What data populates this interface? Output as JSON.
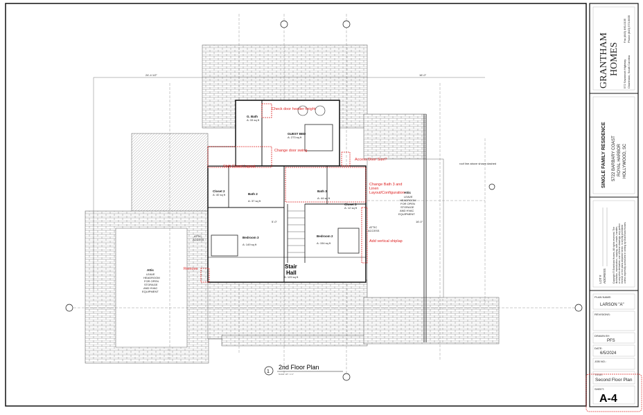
{
  "drawing": {
    "plan_title": "2nd Floor Plan",
    "plan_number": "1",
    "scale_note": "SCALE: 1/8\" = 1'-0\"",
    "roof_note": "roof line above shown dashed",
    "dimensions": {
      "overall_left": "24'-4 1/2\"",
      "overall_right": "16'-0\"",
      "attic_right": "16'-0\"",
      "hall": "5'-0\""
    },
    "rooms": [
      {
        "name": "G. Bath",
        "area": "A: 33 sq ft"
      },
      {
        "name": "GUEST BED",
        "area": "A: 273 sq ft"
      },
      {
        "name": "Closet 2",
        "area": "A: 40 sq ft"
      },
      {
        "name": "Bath 2",
        "area": "A: 37 sq ft"
      },
      {
        "name": "Bath 3",
        "area": "A: 44 sq ft"
      },
      {
        "name": "Closet 3",
        "area": "A: 12 sq ft"
      },
      {
        "name": "Bedroom 3",
        "area": "A: 149 sq ft"
      },
      {
        "name": "Bedroom 2",
        "area": "A: 154 sq ft"
      },
      {
        "name": "Stair",
        "name2": "Hall",
        "area": "A: 129 sq ft"
      }
    ],
    "attic_labels": {
      "attic": "Attic",
      "attic_note": [
        "LEAVE",
        "HEADROOM",
        "FOR OPEN",
        "STORAGE",
        "AND HVAC",
        "EQUIPMENT"
      ],
      "attic_access": [
        "ATTIC",
        "ACCESS"
      ]
    },
    "markups": [
      "Check door header height",
      "Change door swing",
      "Shift Closet Layout",
      "Access Door Size?",
      "Change Bath 3 and",
      "Linen",
      "Layout/Configuration",
      "Add vertical shiplap",
      "Remove"
    ],
    "markup_color": "#dd2222"
  },
  "title_block": {
    "company": [
      "GRANTHAM",
      "HOMES"
    ],
    "company_address": [
      "572 Savannah Highway",
      "Charleston, South Carolina"
    ],
    "company_phone": [
      "Fax (843) 460-0135",
      "Phone (843) 573-9835"
    ],
    "project_type": "SINGLE FAMILY RESIDENCE",
    "project_address": [
      "5722 BARBARY COAST",
      "ROYAL HARBOR",
      "HOLLYWOOD, SC"
    ],
    "lot_label": "LOT #",
    "address_label": "ADDRESS",
    "copyright": [
      "Copyright © Grantham Homes. All rights reserved. The",
      "illustration, reproduction, copying, sale, resale, transfer,",
      "or any other derivative, use of these drawings, any portion",
      "thereof, or the plans depicted herein, is strictly prohibited",
      "unless expressly authorized in writing by Grantham Homes."
    ],
    "plan_name_label": "PLAN NAME:",
    "plan_name": "LARSON \"A\"",
    "revisions_label": "REVISIONS:",
    "drawn_by_label": "DRAWN BY:",
    "drawn_by": "PFS",
    "date_label": "DATE:",
    "date": "6/5/2024",
    "job_no_label": "JOB NO.:",
    "title_label": "TITLE:",
    "title": "Second Floor Plan",
    "sheet_label": "SHEET:",
    "sheet": "A-4"
  }
}
